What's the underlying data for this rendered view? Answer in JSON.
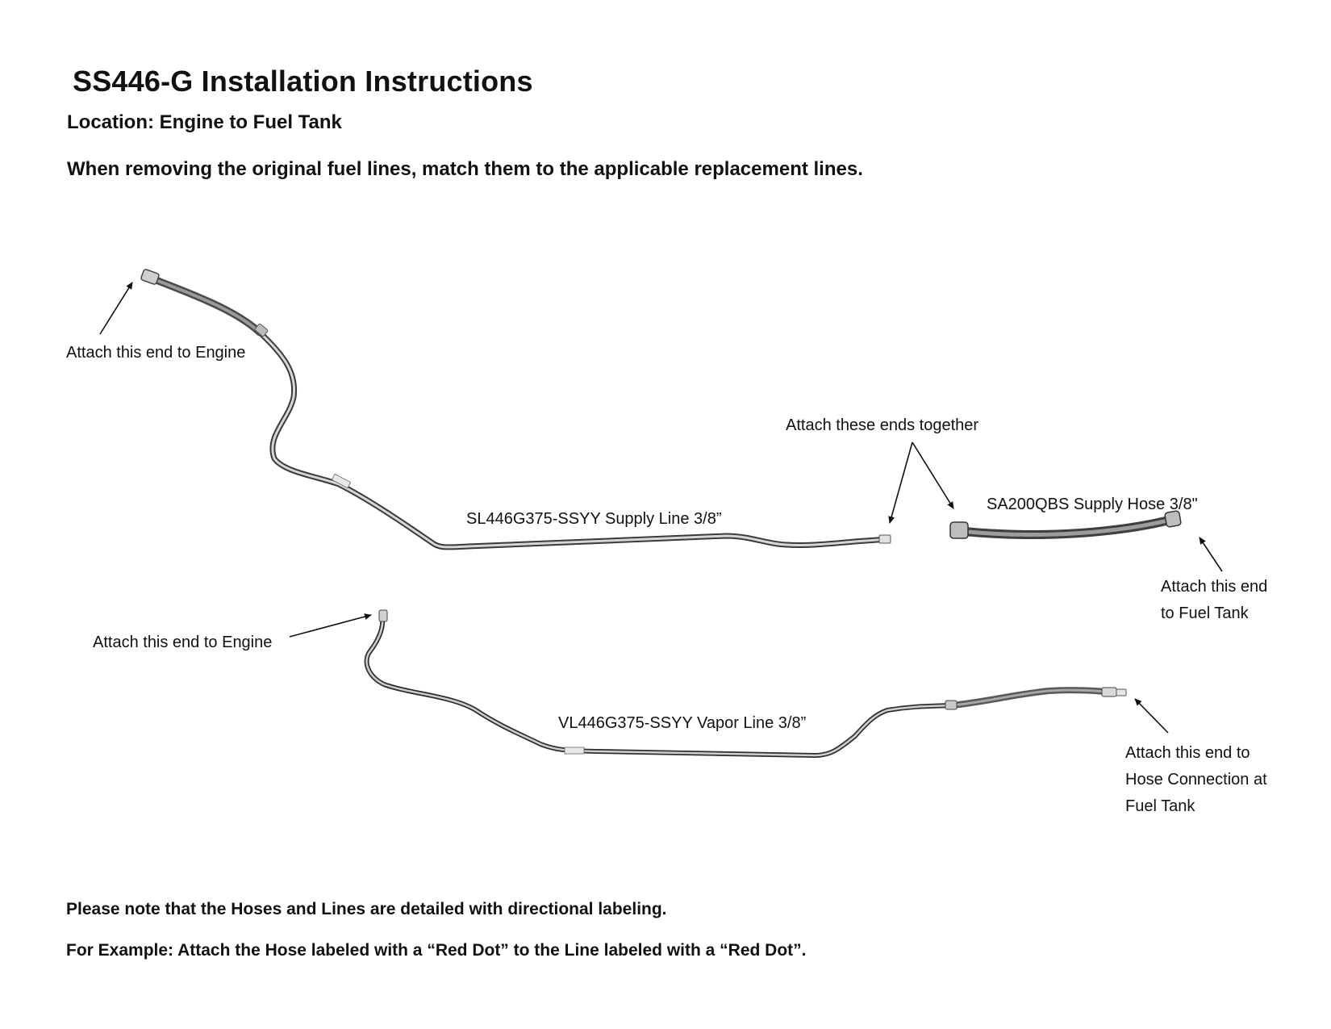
{
  "header": {
    "title": "SS446-G Installation Instructions",
    "location_label": "Location",
    "location_value": ": Engine to Fuel Tank",
    "instruction": "When removing the original fuel lines, match them to the applicable replacement lines."
  },
  "parts": {
    "supply_line": "SL446G375-SSYY Supply Line 3/8”",
    "supply_hose": "SA200QBS Supply Hose 3/8\"",
    "vapor_line": "VL446G375-SSYY Vapor Line 3/8”"
  },
  "callouts": {
    "supply_engine": "Attach this end to Engine",
    "ends_together": "Attach these ends together",
    "fuel_tank_line1": "Attach this end",
    "fuel_tank_line2": "to Fuel Tank",
    "vapor_engine": "Attach this end to Engine",
    "hose_connection_line1": "Attach this end to",
    "hose_connection_line2": "Hose Connection at",
    "hose_connection_line3": "Fuel Tank"
  },
  "footer": {
    "note1": "Please note that the Hoses and Lines are detailed with directional labeling.",
    "note2": "For Example: Attach the Hose labeled with a “Red Dot” to the Line labeled with a “Red Dot”."
  }
}
